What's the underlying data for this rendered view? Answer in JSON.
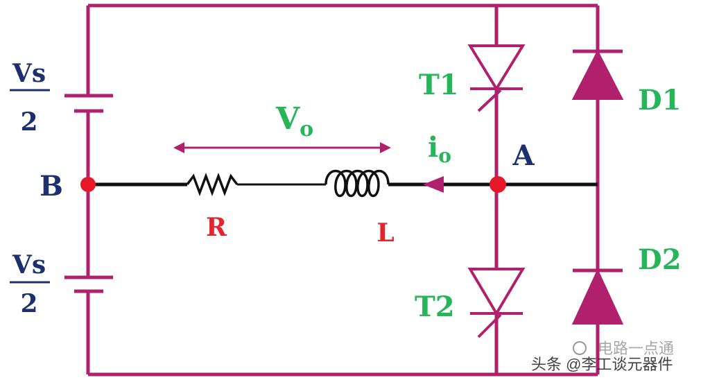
{
  "colors": {
    "wire": "#b0206c",
    "load_wire": "#111111",
    "node": "#e8182b",
    "navy": "#1c2f6e",
    "red": "#e3262d",
    "green": "#27b55a",
    "diode_fill": "#b0206c",
    "watermark": "#222222"
  },
  "labels": {
    "vs_top_num": "Vs",
    "vs_top_den": "2",
    "vs_bot_num": "Vs",
    "vs_bot_den": "2",
    "node_b": "B",
    "node_a": "A",
    "vo_main": "V",
    "vo_sub": "o",
    "io_main": "i",
    "io_sub": "o",
    "resistor": "R",
    "inductor": "L",
    "t1": "T1",
    "t2": "T2",
    "d1": "D1",
    "d2": "D2"
  },
  "watermark": {
    "line1": "电路一点通",
    "line2": "头条 @李工谈元器件"
  }
}
